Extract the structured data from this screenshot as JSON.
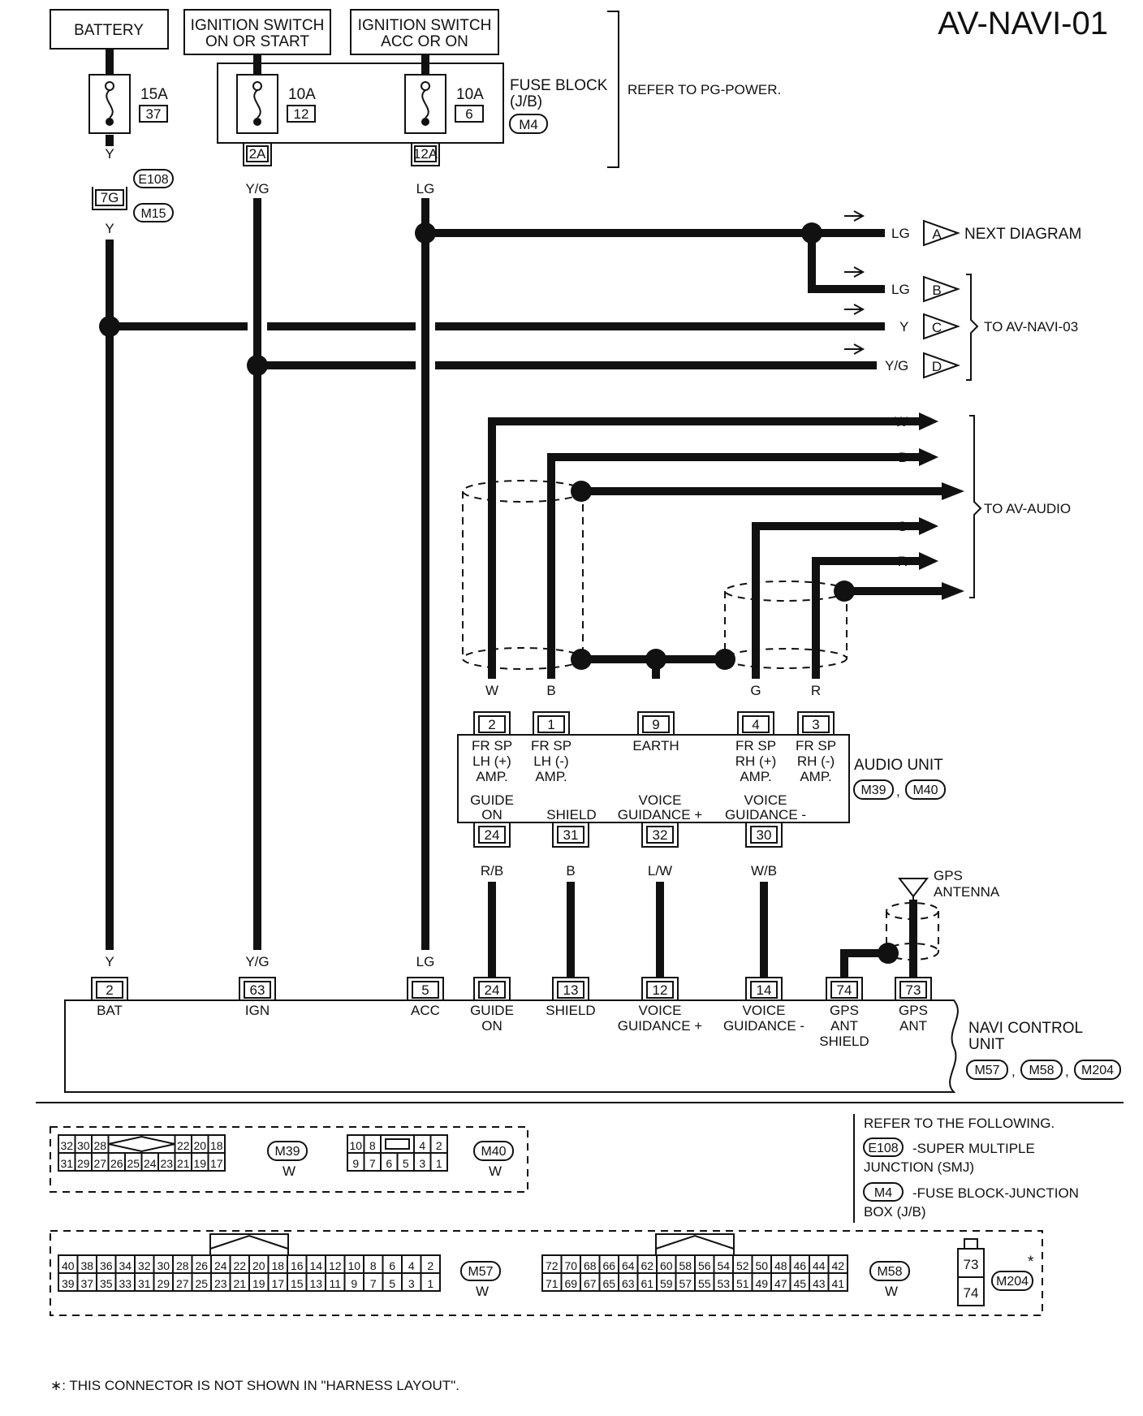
{
  "title": "AV-NAVI-01",
  "sources": {
    "battery": "BATTERY",
    "ign_on_start": [
      "IGNITION SWITCH",
      "ON OR START"
    ],
    "ign_acc_on": [
      "IGNITION SWITCH",
      "ACC OR ON"
    ]
  },
  "fuses": {
    "f1": {
      "amp": "15A",
      "no": "37"
    },
    "f2": {
      "amp": "10A",
      "no": "12"
    },
    "f3": {
      "amp": "10A",
      "no": "6"
    }
  },
  "fuse_block": {
    "line1": "FUSE BLOCK",
    "line2": "(J/B)",
    "conn": "M4"
  },
  "refer_power": "REFER TO PG-POWER.",
  "joint": {
    "terminal": "7G",
    "conn1": "E108",
    "conn2": "M15"
  },
  "fuse_terms": {
    "t1": "2A",
    "t2": "12A"
  },
  "colors": {
    "y": "Y",
    "yg": "Y/G",
    "lg": "LG",
    "w": "W",
    "b": "B",
    "g": "G",
    "r": "R",
    "rb": "R/B",
    "lw": "L/W",
    "wb": "W/B"
  },
  "outputs": {
    "next_diagram": "NEXT DIAGRAM",
    "av_navi_03": "TO AV-NAVI-03",
    "av_audio": "TO AV-AUDIO",
    "letters": [
      "A",
      "B",
      "C",
      "D"
    ]
  },
  "audio_unit": {
    "name": "AUDIO UNIT",
    "conns": [
      "M39",
      "M40"
    ],
    "top_terms": [
      "2",
      "1",
      "9",
      "4",
      "3"
    ],
    "top_labels": [
      [
        "FR SP",
        "LH (+)",
        "AMP."
      ],
      [
        "FR SP",
        "LH (-)",
        "AMP."
      ],
      [
        "EARTH"
      ],
      [
        "FR SP",
        "RH (+)",
        "AMP."
      ],
      [
        "FR SP",
        "RH (-)",
        "AMP."
      ]
    ],
    "bottom_terms": [
      "24",
      "31",
      "32",
      "30"
    ],
    "bottom_labels": [
      [
        "GUIDE",
        "ON"
      ],
      [
        "SHIELD"
      ],
      [
        "VOICE",
        "GUIDANCE +"
      ],
      [
        "VOICE",
        "GUIDANCE -"
      ]
    ]
  },
  "gps_antenna": [
    "GPS",
    "ANTENNA"
  ],
  "navi_unit": {
    "name": [
      "NAVI CONTROL",
      "UNIT"
    ],
    "conns": [
      "M57",
      "M58",
      "M204"
    ],
    "terms": [
      "2",
      "63",
      "5",
      "24",
      "13",
      "12",
      "14",
      "74",
      "73"
    ],
    "labels": [
      [
        "BAT"
      ],
      [
        "IGN"
      ],
      [
        "ACC"
      ],
      [
        "GUIDE",
        "ON"
      ],
      [
        "SHIELD"
      ],
      [
        "VOICE",
        "GUIDANCE +"
      ],
      [
        "VOICE",
        "GUIDANCE -"
      ],
      [
        "GPS",
        "ANT",
        "SHIELD"
      ],
      [
        "GPS",
        "ANT"
      ]
    ]
  },
  "connectors": {
    "m39": {
      "name": "M39",
      "color": "W",
      "top": [
        "32",
        "30",
        "28",
        "22",
        "20",
        "18"
      ],
      "bottom": [
        "31",
        "29",
        "27",
        "26",
        "25",
        "24",
        "23",
        "21",
        "19",
        "17"
      ]
    },
    "m40": {
      "name": "M40",
      "color": "W",
      "top": [
        "10",
        "8",
        "4",
        "2"
      ],
      "bottom": [
        "9",
        "7",
        "6",
        "5",
        "3",
        "1"
      ]
    },
    "m57": {
      "name": "M57",
      "color": "W",
      "top": [
        "40",
        "38",
        "36",
        "34",
        "32",
        "30",
        "28",
        "26",
        "24",
        "22",
        "20",
        "18",
        "16",
        "14",
        "12",
        "10",
        "8",
        "6",
        "4",
        "2"
      ],
      "bottom": [
        "39",
        "37",
        "35",
        "33",
        "31",
        "29",
        "27",
        "25",
        "23",
        "21",
        "19",
        "17",
        "15",
        "13",
        "11",
        "9",
        "7",
        "5",
        "3",
        "1"
      ]
    },
    "m58": {
      "name": "M58",
      "color": "W",
      "top": [
        "72",
        "70",
        "68",
        "66",
        "64",
        "62",
        "60",
        "58",
        "56",
        "54",
        "52",
        "50",
        "48",
        "46",
        "44",
        "42"
      ],
      "bottom": [
        "71",
        "69",
        "67",
        "65",
        "63",
        "61",
        "59",
        "57",
        "55",
        "53",
        "51",
        "49",
        "47",
        "45",
        "43",
        "41"
      ]
    },
    "m204": {
      "name": "M204",
      "top": "73",
      "bottom": "74"
    }
  },
  "refer_following": {
    "head": "REFER TO THE FOLLOWING.",
    "e108": {
      "conn": "E108",
      "line1": "-SUPER MULTIPLE",
      "line2": "JUNCTION (SMJ)"
    },
    "m4": {
      "conn": "M4",
      "line1": "-FUSE BLOCK-JUNCTION",
      "line2": "BOX (J/B)"
    }
  },
  "footnote": "∗: THIS CONNECTOR IS NOT SHOWN IN \"HARNESS LAYOUT\"."
}
